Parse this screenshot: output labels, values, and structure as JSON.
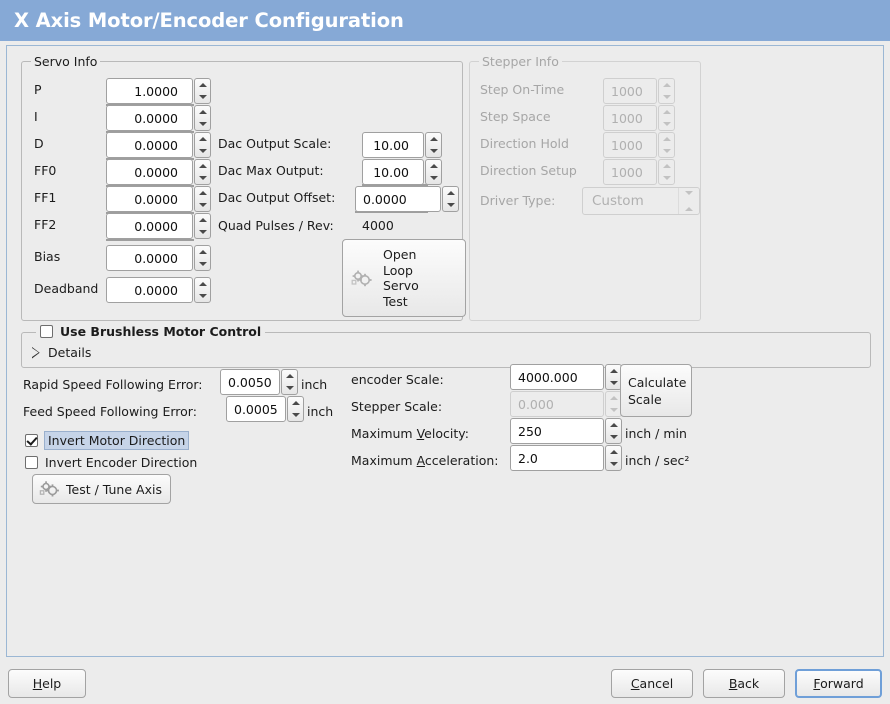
{
  "window": {
    "title": "X Axis Motor/Encoder Configuration",
    "titlebar_color": "#86a9d6",
    "panel_bg": "#ececec"
  },
  "servo_info": {
    "legend": "Servo Info",
    "rows": [
      {
        "label": "P",
        "value": "1.0000"
      },
      {
        "label": "I",
        "value": "0.0000"
      },
      {
        "label": "D",
        "value": "0.0000"
      },
      {
        "label": "FF0",
        "value": "0.0000"
      },
      {
        "label": "FF1",
        "value": "0.0000"
      },
      {
        "label": "FF2",
        "value": "0.0000"
      },
      {
        "label": "Bias",
        "value": "0.0000"
      },
      {
        "label": "Deadband",
        "value": "0.0000"
      }
    ],
    "dac": {
      "output_scale_label": "Dac Output Scale:",
      "output_scale_value": "10.00",
      "max_output_label": "Dac Max Output:",
      "max_output_value": "10.00",
      "output_offset_label": "Dac Output Offset:",
      "output_offset_value": "0.0000",
      "quad_pulses_label": "Quad Pulses / Rev:",
      "quad_pulses_value": "4000"
    },
    "open_loop_button": {
      "line1": "Open",
      "line2": "Loop",
      "line3": "Servo",
      "line4": "Test",
      "icon": "gears-icon"
    }
  },
  "stepper_info": {
    "legend": "Stepper Info",
    "enabled": false,
    "rows": [
      {
        "label": "Step On-Time",
        "value": "1000"
      },
      {
        "label": "Step Space",
        "value": "1000"
      },
      {
        "label": "Direction Hold",
        "value": "1000"
      },
      {
        "label": "Direction Setup",
        "value": "1000"
      }
    ],
    "driver_type_label": "Driver Type:",
    "driver_type_value": "Custom"
  },
  "brushless": {
    "checkbox_label": "Use Brushless Motor Control",
    "checked": false,
    "details_label": "Details",
    "details_expanded": false
  },
  "tuning": {
    "rapid_error_label": "Rapid Speed Following Error:",
    "rapid_error_value": "0.0050",
    "rapid_error_unit": "inch",
    "feed_error_label": "Feed Speed Following Error:",
    "feed_error_value": "0.0005",
    "feed_error_unit": "inch",
    "invert_motor_label": "Invert Motor Direction",
    "invert_motor_checked": true,
    "invert_encoder_label": "Invert Encoder Direction",
    "invert_encoder_checked": false,
    "test_tune_label": "Test / Tune Axis"
  },
  "scales": {
    "encoder_scale_label": "encoder Scale:",
    "encoder_scale_value": "4000.000",
    "stepper_scale_label": "Stepper Scale:",
    "stepper_scale_value": "0.000",
    "stepper_scale_enabled": false,
    "calculate_line1": "Calculate",
    "calculate_line2": "Scale",
    "max_velocity_label_pre": "Maximum ",
    "max_velocity_label_mn": "V",
    "max_velocity_label_post": "elocity:",
    "max_velocity_value": "250",
    "max_velocity_unit": "inch / min",
    "max_accel_label_pre": "Maximum ",
    "max_accel_label_mn": "A",
    "max_accel_label_post": "cceleration:",
    "max_accel_value": "2.0",
    "max_accel_unit": "inch / sec²"
  },
  "footer": {
    "help_mn": "H",
    "help_rest": "elp",
    "cancel_mn": "C",
    "cancel_rest": "ancel",
    "back_mn": "B",
    "back_rest": "ack",
    "forward_mn": "F",
    "forward_rest": "orward",
    "forward_focused": true
  }
}
